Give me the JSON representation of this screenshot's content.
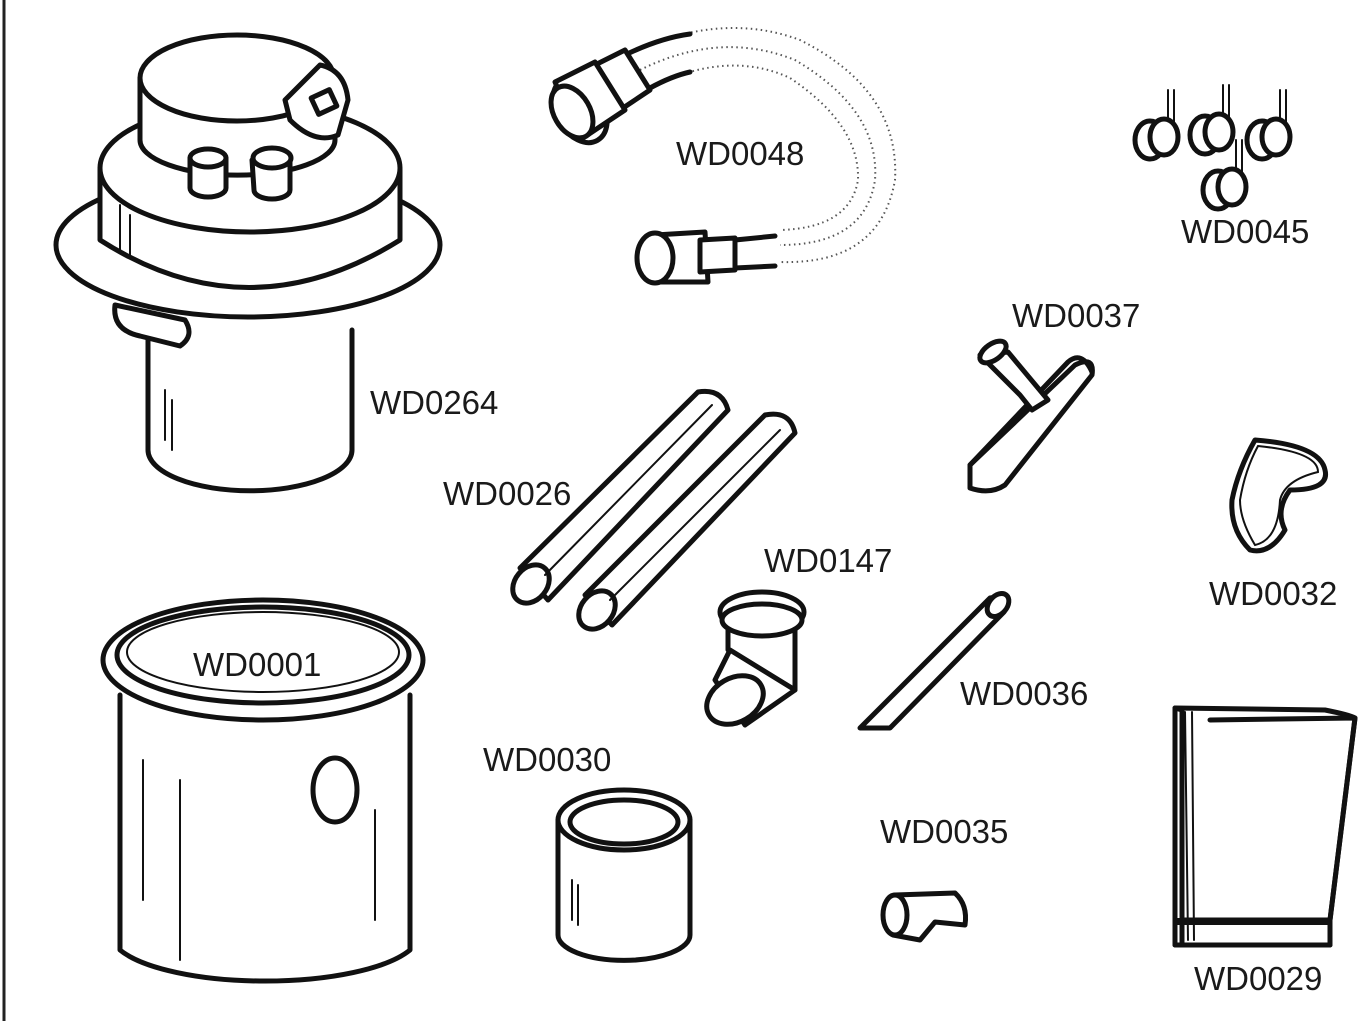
{
  "parts": {
    "wd0264": "WD0264",
    "wd0048": "WD0048",
    "wd0045": "WD0045",
    "wd0037": "WD0037",
    "wd0026": "WD0026",
    "wd0147": "WD0147",
    "wd0032": "WD0032",
    "wd0001": "WD0001",
    "wd0036": "WD0036",
    "wd0030": "WD0030",
    "wd0035": "WD0035",
    "wd0029": "WD0029"
  },
  "colors": {
    "line": "#111111",
    "background": "#ffffff"
  }
}
